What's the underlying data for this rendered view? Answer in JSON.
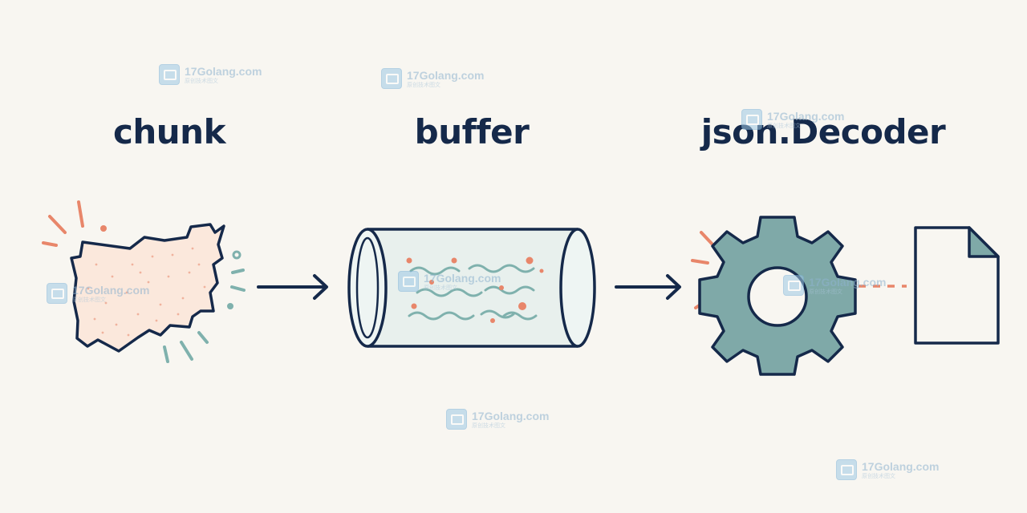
{
  "stages": [
    {
      "id": "chunk",
      "label": "chunk"
    },
    {
      "id": "buffer",
      "label": "buffer"
    },
    {
      "id": "decoder",
      "label": "json.Decoder"
    }
  ],
  "icons": {
    "chunk": "torn-paper-chunk-icon",
    "buffer": "transparent-tube-buffer-icon",
    "decoder": "gear-icon",
    "output": "document-icon"
  },
  "watermark": {
    "brand": "17Golang.com",
    "tagline": "原创技术图文"
  },
  "colors": {
    "background": "#f8f6f1",
    "ink": "#15294a",
    "accent_orange": "#e8866a",
    "accent_teal": "#7fb1ad",
    "gear_fill": "#7fa9a8"
  }
}
